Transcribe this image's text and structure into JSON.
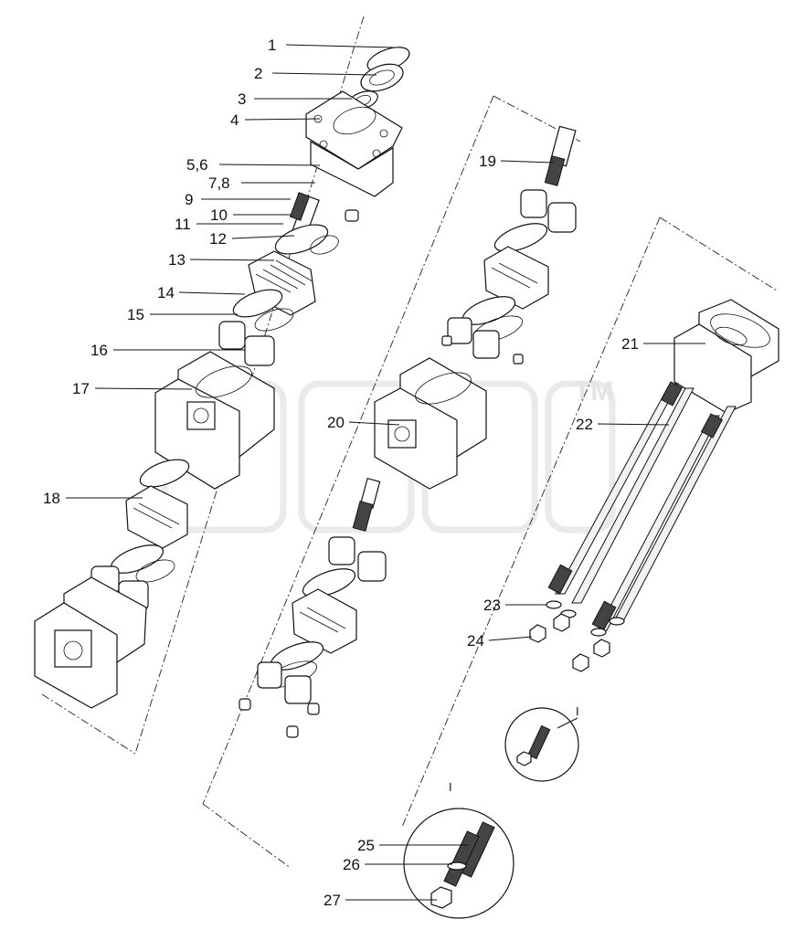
{
  "diagram": {
    "callouts": [
      "1",
      "2",
      "3",
      "4",
      "5,6",
      "7,8",
      "9",
      "10",
      "11",
      "12",
      "13",
      "14",
      "15",
      "16",
      "17",
      "18",
      "19",
      "20",
      "21",
      "22",
      "23",
      "24",
      "25",
      "26",
      "27"
    ],
    "detail_marker": "I",
    "watermark_mark": "TM"
  }
}
